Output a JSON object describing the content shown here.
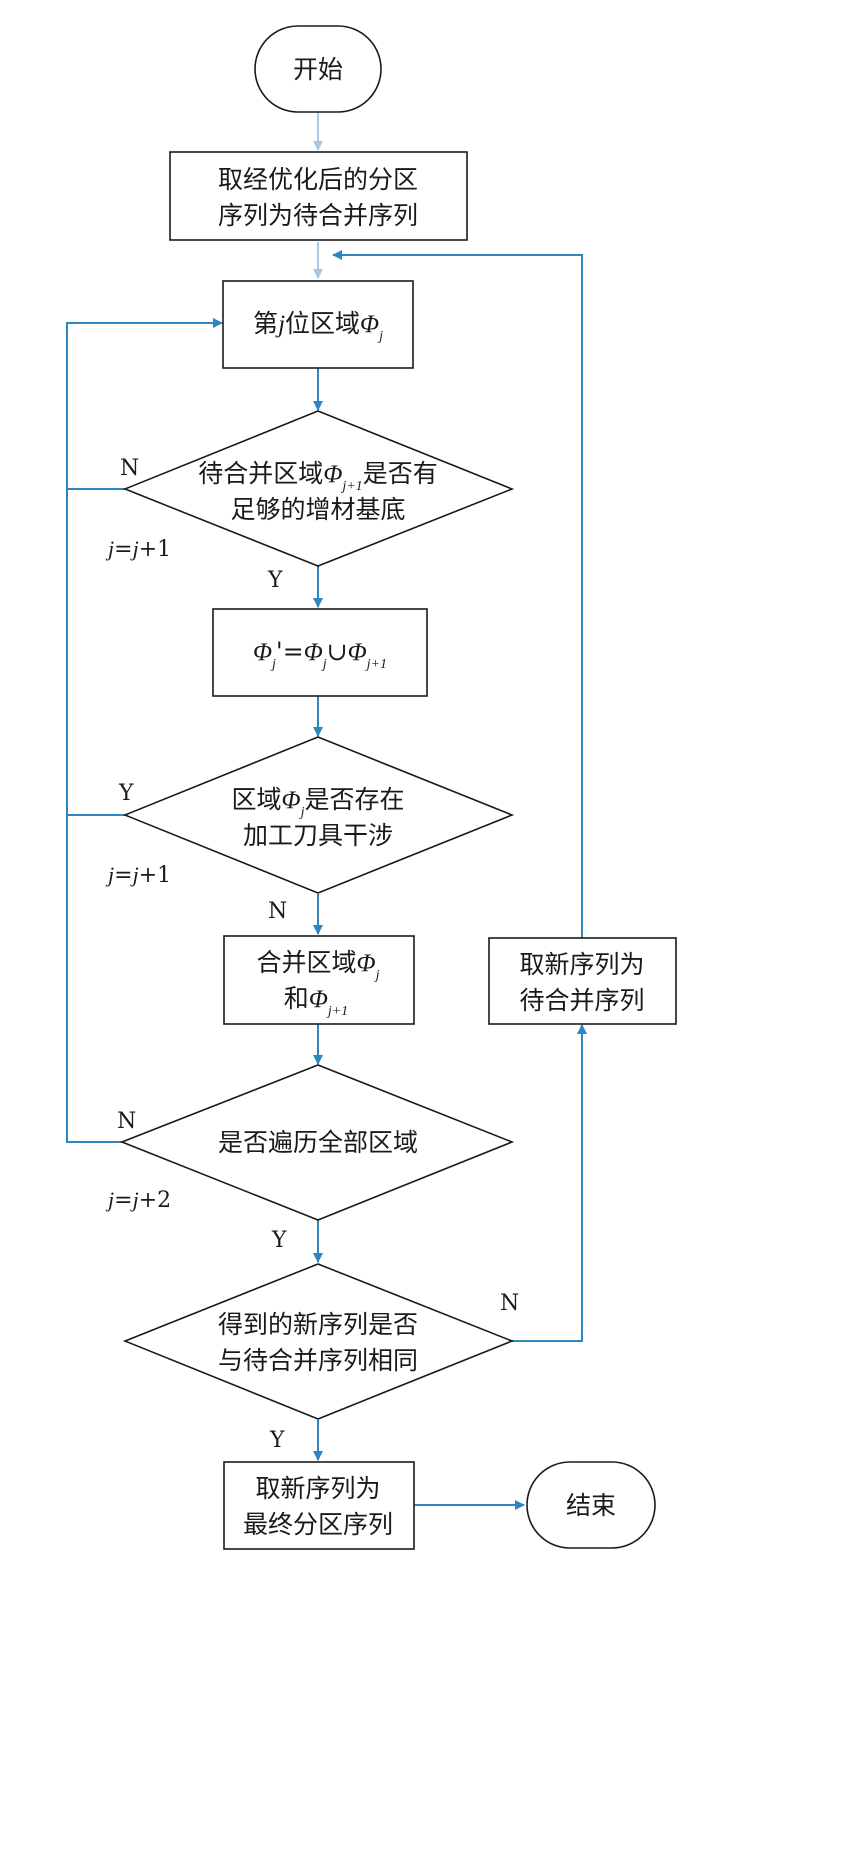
{
  "colors": {
    "line": "#2e86c1",
    "line_light": "#a9c8e6",
    "stroke": "#1a1a1a"
  },
  "nodes": {
    "start": "开始",
    "take_optimized": [
      "取经优化后的分区",
      "序列为待合并序列"
    ],
    "region_j": {
      "pre": "第",
      "j": "j",
      "mid": "位区域",
      "phi": "Φ",
      "sub": "j"
    },
    "decision_base": {
      "line1_pre": "待合并区域",
      "phi": "Φ",
      "sub": "j+1",
      "line1_post": "是否有",
      "line2": "足够的增材基底"
    },
    "union": {
      "phi": "Φ",
      "sub_j": "j",
      "prime": "'=",
      "cup": "∪",
      "sub_j1": "j+1"
    },
    "decision_interference": {
      "line1_pre": "区域",
      "phi": "Φ",
      "sub": "j",
      "line1_post": "是否存在",
      "line2": "加工刀具干涉"
    },
    "merge": {
      "line1_pre": "合并区域",
      "phi": "Φ",
      "sub": "j",
      "line2_pre": "和",
      "sub2": "j+1"
    },
    "decision_traverse": "是否遍历全部区域",
    "decision_same": [
      "得到的新序列是否",
      "与待合并序列相同"
    ],
    "take_new_merge": [
      "取新序列为",
      "待合并序列"
    ],
    "take_final": [
      "取新序列为",
      "最终分区序列"
    ],
    "end": "结束"
  },
  "edge_labels": {
    "base_no": "N",
    "base_yes": "Y",
    "interference_yes": "Y",
    "interference_no": "N",
    "traverse_no": "N",
    "traverse_yes": "Y",
    "same_no": "N",
    "same_yes": "Y",
    "step1": {
      "a": "j",
      "eq": "=",
      "b": "j",
      "plus": "+1"
    },
    "step2": {
      "a": "j",
      "eq": "=",
      "b": "j",
      "plus": "+1"
    },
    "step3": {
      "a": "j",
      "eq": "=",
      "b": "j",
      "plus": "+2"
    }
  }
}
